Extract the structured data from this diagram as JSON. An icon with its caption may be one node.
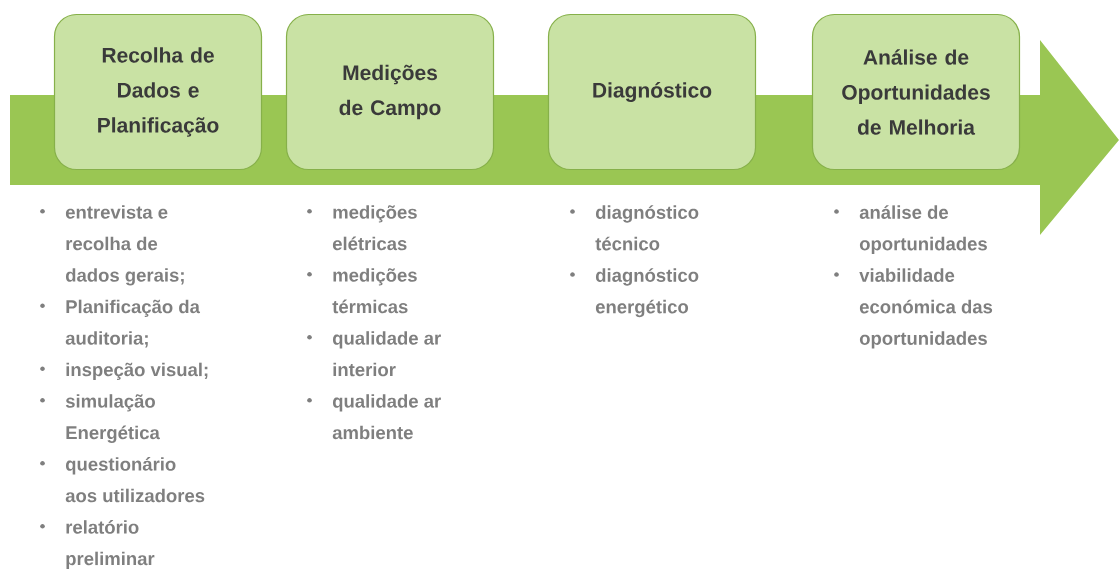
{
  "diagram": {
    "nodes": [
      {
        "text": [
          "Recolha de Dados e Planificação"
        ],
        "beside": [
          "entrevista e recolha de dados gerais;",
          "Planificação da auditoria;",
          "inspeção visual;",
          "simulação Energética",
          "questionário aos utilizadores",
          "relatório preliminar"
        ]
      },
      {
        "text": [
          "Medições de Campo"
        ],
        "beside": [
          "medições elétricas",
          "medições térmicas",
          "qualidade ar interior",
          "qualidade ar ambiente"
        ]
      },
      {
        "text": [
          "Diagnóstico"
        ],
        "beside": [
          "diagnóstico técnico",
          "diagnóstico energético"
        ]
      },
      {
        "text": [
          "Análise de Oportunidades de Melhoria"
        ],
        "beside": [
          "análise de oportunidades",
          "viabilidade económica das oportunidades"
        ]
      }
    ]
  }
}
